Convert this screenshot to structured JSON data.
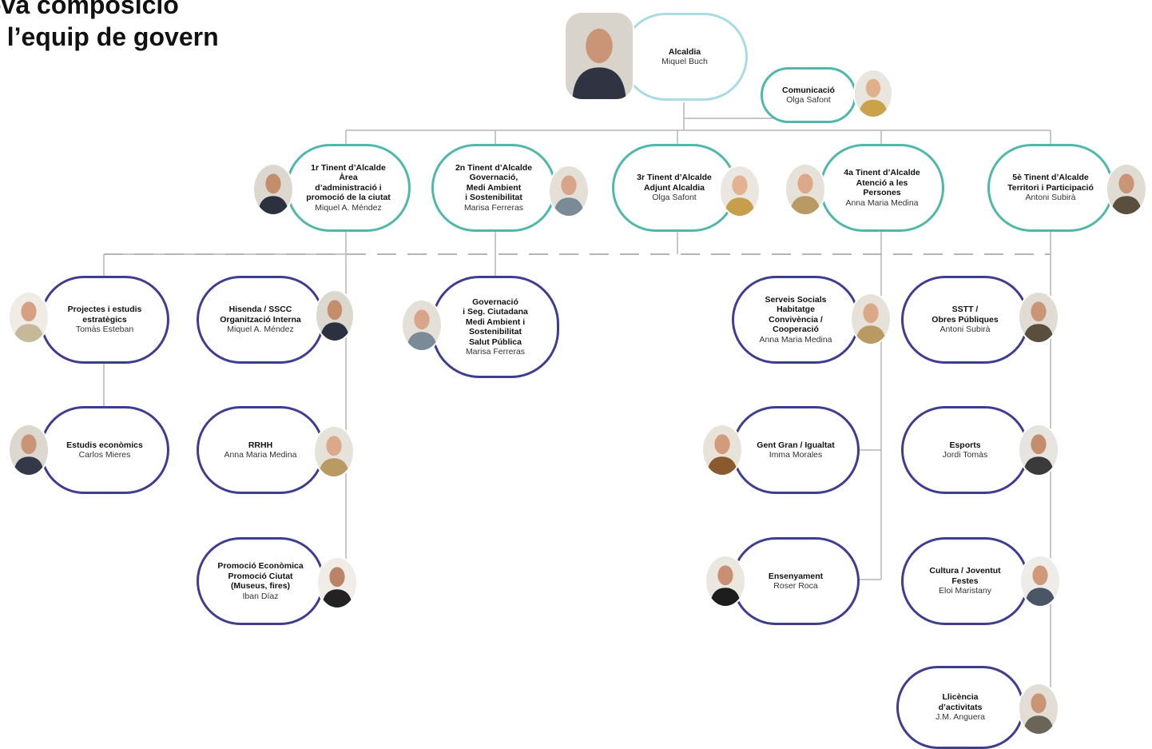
{
  "title": {
    "line1": "ova composició",
    "line2": "e l’equip de govern"
  },
  "nodes": {
    "alcaldia": {
      "title": "Alcaldia",
      "name": "Miquel Buch"
    },
    "comunicacio": {
      "title": "Comunicació",
      "name": "Olga Safont"
    },
    "t1": {
      "title": "1r Tinent d’Alcalde\nÀrea\nd’administració i\npromoció de la ciutat",
      "name": "Miquel A. Méndez"
    },
    "t2": {
      "title": "2n Tinent d’Alcalde\nGovernació,\nMedi Ambient\ni Sostenibilitat",
      "name": "Marisa Ferreras"
    },
    "t3": {
      "title": "3r Tinent d’Alcalde\nAdjunt Alcaldia",
      "name": "Olga Safont"
    },
    "t4": {
      "title": "4a Tinent d’Alcalde\nAtenció a les\nPersones",
      "name": "Anna Maria Medina"
    },
    "t5": {
      "title": "5è Tinent d’Alcalde\nTerritori i Participació",
      "name": "Antoni Subirà"
    },
    "projectes": {
      "title": "Projectes i estudis\nestratègics",
      "name": "Tomàs Esteban"
    },
    "estudis": {
      "title": "Estudis econòmics",
      "name": "Carlos Mieres"
    },
    "hisenda": {
      "title": "Hisenda / SSCC\nOrganització Interna",
      "name": "Miquel A. Méndez"
    },
    "rrhh": {
      "title": "RRHH",
      "name": "Anna Maria Medina"
    },
    "promocio": {
      "title": "Promoció Econòmica\nPromoció Ciutat\n(Museus, fires)",
      "name": "Iban Díaz"
    },
    "governacio": {
      "title": "Governació\ni Seg. Ciutadana\nMedi Ambient i\nSostenibilitat\nSalut Pública",
      "name": "Marisa Ferreras"
    },
    "serveis": {
      "title": "Serveis Socials\nHabitatge\nConvivència /\nCooperació",
      "name": "Anna Maria Medina"
    },
    "gentgran": {
      "title": "Gent Gran / Igualtat",
      "name": "Imma Morales"
    },
    "ensenyament": {
      "title": "Ensenyament",
      "name": "Roser Roca"
    },
    "sstt": {
      "title": "SSTT /\nObres Públiques",
      "name": "Antoni Subirà"
    },
    "esports": {
      "title": "Esports",
      "name": "Jordi Tomàs"
    },
    "cultura": {
      "title": "Cultura / Joventut\nFestes",
      "name": "Eloi Maristany"
    },
    "llicencia": {
      "title": "Llicència\nd’activitats",
      "name": "J.M. Anguera"
    }
  },
  "colors": {
    "node_border": "#3f3d8f",
    "deputy_border": "#4fb8a8",
    "mayor_border": "#a8dbe3",
    "connector": "#b5b5b5"
  },
  "icons": {
    "portrait": "person-photo-icon"
  }
}
